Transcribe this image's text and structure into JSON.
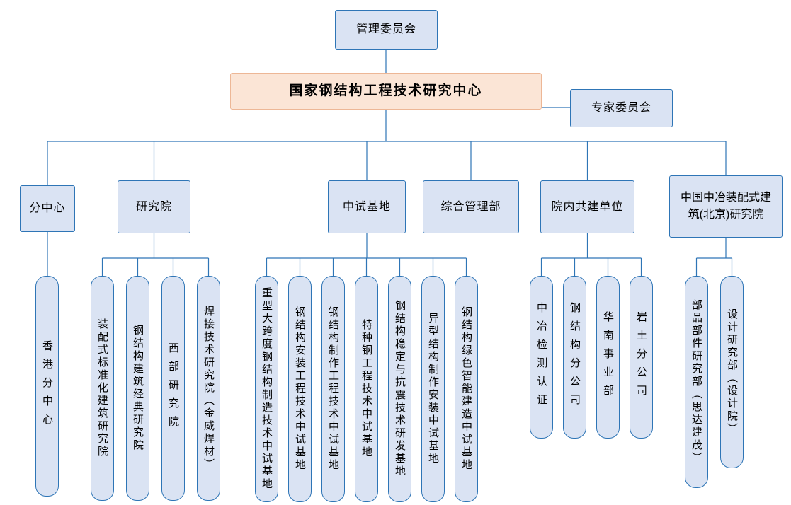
{
  "org": {
    "root": {
      "label": "管理委员会"
    },
    "center": {
      "label": "国家钢结构工程技术研究中心"
    },
    "expert": {
      "label": "专家委员会"
    },
    "branches": [
      {
        "label": "分中心",
        "children": [
          "香港分中心"
        ]
      },
      {
        "label": "研究院",
        "children": [
          "装配式标准化建筑研究院",
          "钢结构建筑经典研究院",
          "西部研究院",
          "焊接技术研究院（金威焊材）"
        ]
      },
      {
        "label": "中试基地",
        "children": [
          "重型大跨度钢结构制造技术中试基地",
          "钢结构安装工程技术中试基地",
          "钢结构制作工程技术中试基地",
          "特种钢工程技术中试基地",
          "钢结构稳定与抗震技术研发基地",
          "异型结构制作安装中试基地",
          "钢结构绿色智能建造中试基地"
        ]
      },
      {
        "label": "综合管理部",
        "children": []
      },
      {
        "label": "院内共建单位",
        "children": [
          "中冶检测认证",
          "钢结构分公司",
          "华南事业部",
          "岩土分公司"
        ]
      },
      {
        "label": "中国中冶装配式建筑(北京)研究院",
        "children": [
          "部品部件研究部（思达建茂）",
          "设计研究部（设计院）"
        ]
      }
    ],
    "colors": {
      "node_fill": "#dae3f3",
      "node_border": "#2e75b6",
      "center_fill": "#fbe5d6",
      "center_border": "#edb796",
      "line": "#2e75b6"
    }
  }
}
